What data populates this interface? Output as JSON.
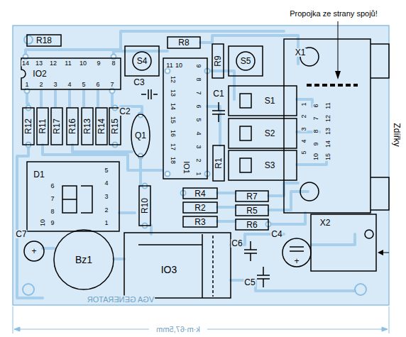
{
  "diagram": {
    "labels": [
      "Propojka ze strany spojů!",
      "R18",
      "14",
      "13",
      "12",
      "11",
      "10",
      "9",
      "8",
      "IO2",
      "1",
      "2",
      "3",
      "4",
      "5",
      "6",
      "7",
      "S4",
      "R8",
      "R9",
      "S5",
      "X1",
      "11",
      "10",
      "12",
      "13",
      "14",
      "15",
      "16",
      "17",
      "18",
      "9",
      "8",
      "7",
      "6",
      "5",
      "4",
      "3",
      "2",
      "1",
      "IO1",
      "C3",
      "C2",
      "Q1",
      "C1",
      "S1",
      "S2",
      "S3",
      "5",
      "4",
      "3",
      "2",
      "1",
      "10",
      "9",
      "8",
      "7",
      "6",
      "15",
      "14",
      "13",
      "12",
      "11",
      "Zdířky",
      "R12",
      "R11",
      "R17",
      "R16",
      "R13",
      "R14",
      "R15",
      "D1",
      "6",
      "7",
      "8",
      "9",
      "10",
      "5",
      "4",
      "3",
      "2",
      "1",
      "R1",
      "R10",
      "R4",
      "R2",
      "R3",
      "R7",
      "R5",
      "R6",
      "C7",
      "+",
      "Bz1",
      "IO3",
      "C6",
      "C4",
      "+",
      "C5",
      "X2",
      "VGA GENERATOR",
      "k·m·67,5mm"
    ]
  }
}
